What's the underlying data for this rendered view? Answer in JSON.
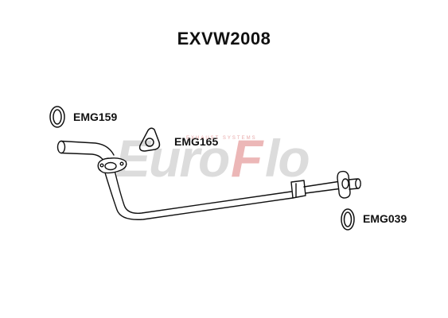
{
  "title": "EXVW2008",
  "parts": {
    "gasket_1": "EMG159",
    "gasket_2": "EMG165",
    "gasket_3": "EMG039"
  },
  "watermark": {
    "logo_text": "EuroFlo",
    "subtext": "EXHAUST SYSTEMS"
  },
  "colors": {
    "watermark_grey": "#d6d6d6",
    "watermark_red": "#e9a3a3",
    "line": "#111111"
  }
}
